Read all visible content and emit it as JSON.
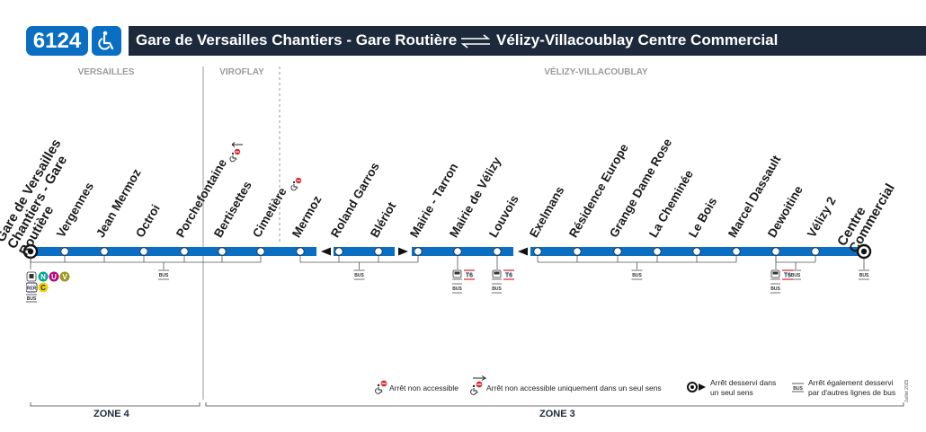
{
  "header": {
    "line_number": "6124",
    "title_from": "Gare de Versailles Chantiers - Gare Routière",
    "title_to": "Vélizy-Villacoublay Centre Commercial",
    "accessibility_icon": "wheelchair-icon"
  },
  "communes": [
    {
      "label": "VERSAILLES"
    },
    {
      "label": "VIROFLAY"
    },
    {
      "label": "VÉLIZY-VILLACOUBLAY"
    }
  ],
  "stops": [
    {
      "name": "Gare de Versailles Chantiers - Gare Routière",
      "terminus": true
    },
    {
      "name": "Vergennes"
    },
    {
      "name": "Jean Mermoz"
    },
    {
      "name": "Octroi"
    },
    {
      "name": "Porchefontaine",
      "not_accessible_one_way": true
    },
    {
      "name": "Bertisettes"
    },
    {
      "name": "Cimetière",
      "not_accessible": true
    },
    {
      "name": "Mermoz",
      "one_way": "left"
    },
    {
      "name": "Roland Garros"
    },
    {
      "name": "Blériot",
      "one_way": "right"
    },
    {
      "name": "Mairie - Tarron"
    },
    {
      "name": "Mairie de Vélizy",
      "correspondences": [
        "tram",
        "T6",
        "BUS"
      ]
    },
    {
      "name": "Louvois",
      "one_way": "left",
      "correspondences": [
        "tram",
        "T6",
        "BUS"
      ]
    },
    {
      "name": "Exelmans"
    },
    {
      "name": "Résidence Europe"
    },
    {
      "name": "Grange Dame Rose"
    },
    {
      "name": "La Cheminée"
    },
    {
      "name": "Le Bois"
    },
    {
      "name": "Marcel Dassault"
    },
    {
      "name": "Dewoitine",
      "correspondences": [
        "tram",
        "T6",
        "BUS"
      ]
    },
    {
      "name": "Vélizy 2"
    },
    {
      "name": "Centre Commercial",
      "terminus": true
    }
  ],
  "bus_bars": [
    {
      "label": "BUS"
    },
    {
      "label": "BUS"
    },
    {
      "label": "BUS"
    },
    {
      "label": "BUS"
    }
  ],
  "terminus_correspondences": {
    "row1": [
      "N",
      "U",
      "V"
    ],
    "row2": [
      "RER",
      "C"
    ],
    "row3": "BUS"
  },
  "zones": [
    {
      "label": "ZONE 4"
    },
    {
      "label": "ZONE 3"
    }
  ],
  "legend": {
    "not_accessible": "Arrêt non accessible",
    "not_accessible_one_way": "Arrêt non accessible uniquement dans un seul sens",
    "one_way_line1": "Arrêt desservi dans",
    "one_way_line2": "un seul sens",
    "other_lines_line1": "Arrêt également desservi",
    "other_lines_line2": "par d'autres lignes de bus",
    "bus_label": "BUS"
  },
  "date_note": "Juillet 2025",
  "colors": {
    "line_blue": "#0a6fc2",
    "header_dark": "#1d2a3c",
    "red_badge": "#d8232a",
    "metro_n": "#00a88f",
    "metro_u": "#b8087a",
    "metro_v": "#9b9a20",
    "rer_c": "#f3d300"
  }
}
